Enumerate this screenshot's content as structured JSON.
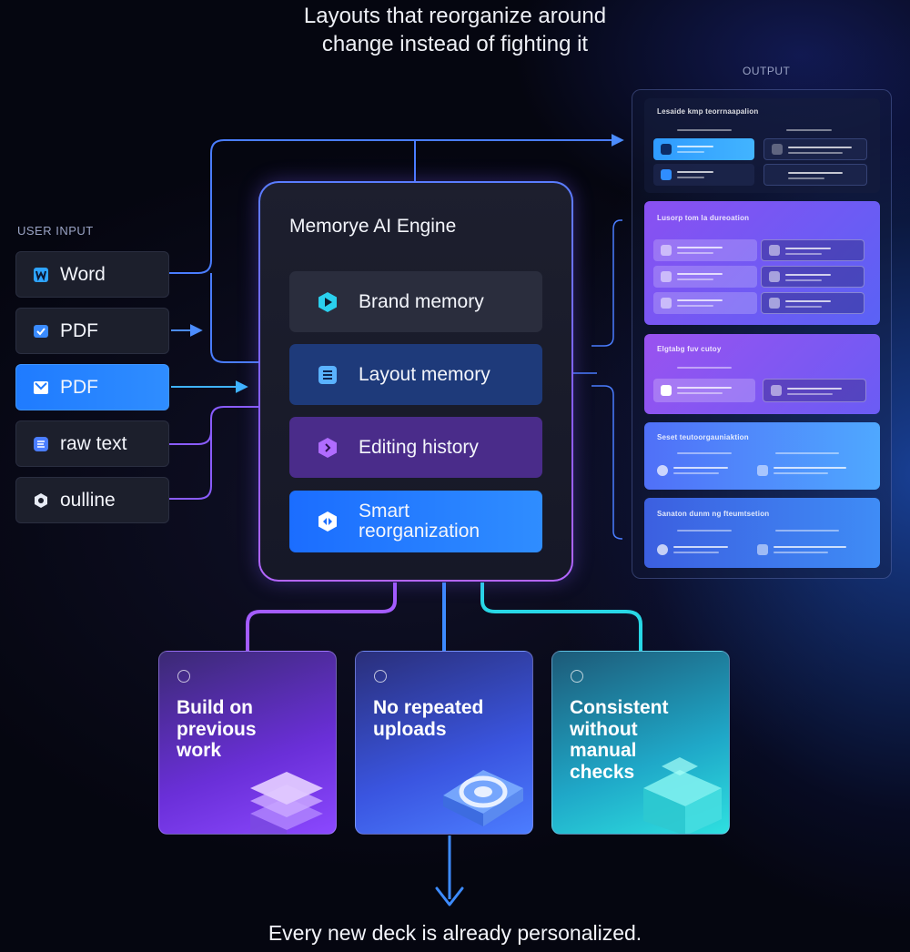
{
  "headline": "Layouts that reorganize around change instead of fighting it",
  "headline_lines": [
    "Layouts that reorganize around",
    "change instead of fighting it"
  ],
  "user_input": {
    "label": "USER INPUT",
    "items": [
      {
        "label": "Word",
        "icon": "word-icon",
        "active": false
      },
      {
        "label": "PDF",
        "icon": "pdf-icon",
        "active": false
      },
      {
        "label": "PDF",
        "icon": "pdf-icon",
        "active": true
      },
      {
        "label": "raw text",
        "icon": "text-icon",
        "active": false
      },
      {
        "label": "oulline",
        "icon": "outline-icon",
        "active": false
      }
    ]
  },
  "engine": {
    "title": "Memorye AI Engine",
    "modules": [
      {
        "label": "Brand memory",
        "icon": "play-icon",
        "color_from": "#2a2d3d",
        "color_to": "#2a2d3d"
      },
      {
        "label": "Layout memory",
        "icon": "list-icon",
        "color_from": "#1e3a7a",
        "color_to": "#1e3a7a"
      },
      {
        "label": "Editing history",
        "icon": "hexagon-icon",
        "color_from": "#4a2c8a",
        "color_to": "#4a2c8a"
      },
      {
        "label": "Smart reorganization",
        "label_lines": [
          "Smart",
          "reorganization"
        ],
        "icon": "reorganize-icon",
        "color_from": "#1b6dff",
        "color_to": "#2f8dff"
      }
    ]
  },
  "output": {
    "label": "OUTPUT",
    "cards": [
      {
        "title": "Lesaide kmp teorrnaapalion"
      },
      {
        "title": "Lusorp tom la dureoation"
      },
      {
        "title": "Elgtabg fuv cutoy"
      },
      {
        "title": "Seset teutoorgauniaktion"
      },
      {
        "title": "Sanaton dunm ng fteumtsetion"
      }
    ]
  },
  "benefits": [
    {
      "label": "Build on previous work",
      "label_lines": [
        "Build on",
        "previous",
        "work"
      ],
      "icon": "layers-icon"
    },
    {
      "label": "No repeated uploads",
      "label_lines": [
        "No repeated",
        "uploads"
      ],
      "icon": "sync-icon"
    },
    {
      "label": "Consistent without manual checks",
      "label_lines": [
        "Consistent",
        "without",
        "manual",
        "checks"
      ],
      "icon": "box-icon"
    }
  ],
  "footer": "Every new deck is already personalized.",
  "colors": {
    "accent_blue": "#1f7bff",
    "accent_purple": "#8a5cff",
    "accent_cyan": "#28d7e6",
    "background": "#050610"
  }
}
